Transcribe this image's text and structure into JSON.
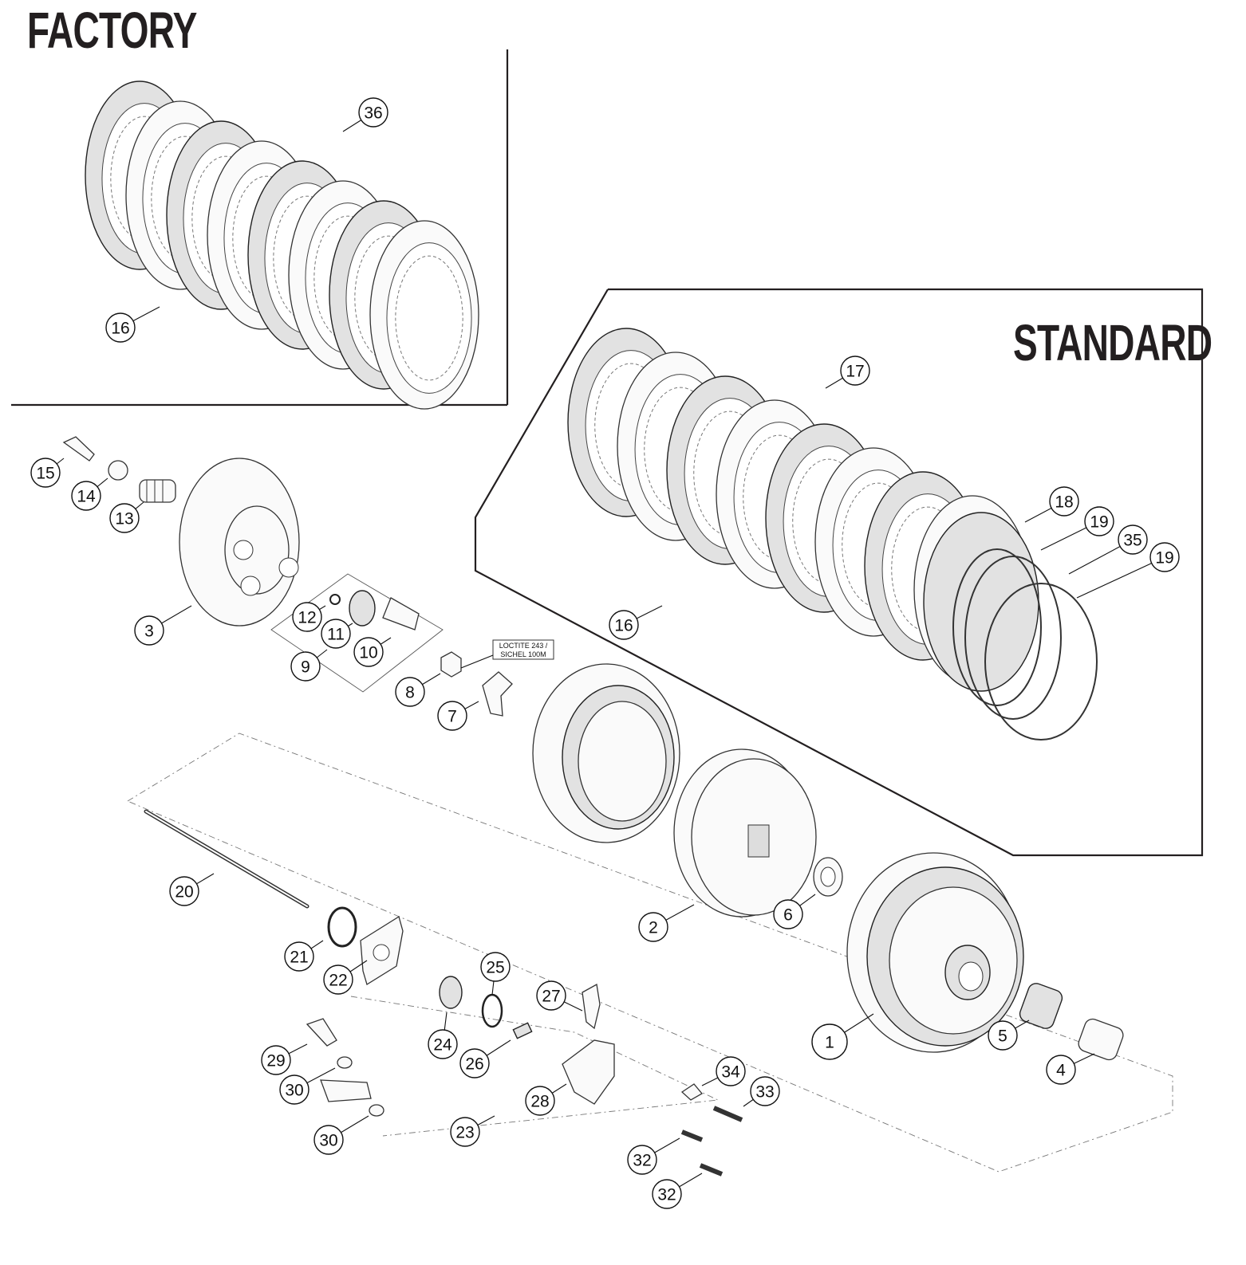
{
  "sections": {
    "factory_title": "FACTORY",
    "standard_title": "STANDARD"
  },
  "note": {
    "line1": "LOCTITE 243 /",
    "line2": "SICHEL 100M"
  },
  "callouts": [
    "1",
    "2",
    "3",
    "4",
    "5",
    "6",
    "7",
    "8",
    "9",
    "10",
    "11",
    "12",
    "13",
    "14",
    "15",
    "16",
    "16",
    "17",
    "18",
    "19",
    "19",
    "20",
    "21",
    "22",
    "23",
    "24",
    "25",
    "26",
    "27",
    "28",
    "29",
    "30",
    "30",
    "32",
    "32",
    "33",
    "34",
    "35",
    "36"
  ]
}
